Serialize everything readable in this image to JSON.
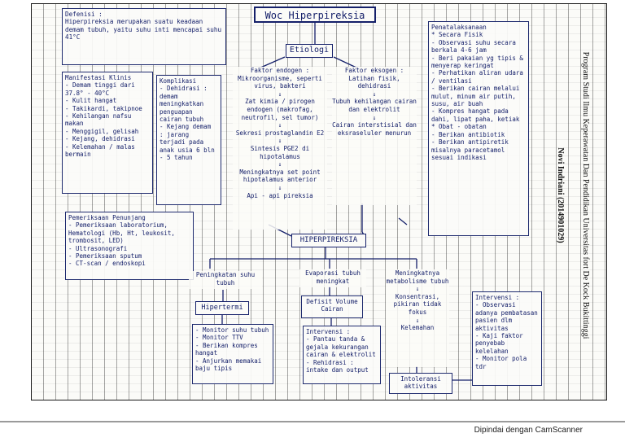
{
  "title": "Woc Hiperpireksia",
  "definisi": "Defenisi :\nHiperpireksia merupakan suatu keadaan demam tubuh, yaitu suhu inti mencapai suhu 41°C",
  "manifestasi": "Manifestasi Klinis\n- Demam tinggi dari 37.8° - 40°C\n- Kulit hangat\n- Takikardi, takipnoe\n- Kehilangan nafsu makan\n- Menggigil, gelisah\n- Kejang, dehidrasi\n- Kelemahan / malas bermain",
  "komplikasi": "Komplikasi\n- Dehidrasi : demam meningkatkan penguapan cairan tubuh\n- Kejang demam : jarang terjadi pada anak usia 6 bln - 5 tahun",
  "etiologi_label": "Etiologi",
  "faktor_endogen": "Faktor endogen :\nMikroorganisme, seperti virus, bakteri\n↓\nZat kimia / pirogen endogen (makrofag, neutrofil, sel tumor)\n↓\nSekresi prostaglandin E2\n↓\nSintesis PGE2 di hipotalamus\n↓\nMeningkatnya set point hipotalamus anterior\n↓\nApi - api pireksia",
  "faktor_eksogen": "Faktor eksogen :\nLatihan fisik, dehidrasi\n↓\nTubuh kehilangan cairan dan elektrolit\n↓\nCairan interstisial dan eksraseluler menurun",
  "penatalaksanaan": "Penatalaksanaan\n* Secara Fisik\n- Observasi suhu secara berkala 4-6 jam\n- Beri pakaian yg tipis & menyerap keringat\n- Perhatikan aliran udara / ventilasi\n- Berikan cairan melalui mulut, minum air putih, susu, air buah\n- Kompres hangat pada dahi, lipat paha, ketiak\n* Obat - obatan\n- Berikan antibiotik\n- Berikan antipiretik misalnya paracetamol sesuai indikasi",
  "penunjang": "Pemeriksaan Penunjang\n- Pemeriksaan laboratorium, Hematologi (Hb, Ht, leukosit, trombosit, LED)\n- Ultrasonografi\n- Pemeriksaan sputum\n- CT-scan / endoskopi",
  "hiperpireksia_label": "HIPERPIREKSIA",
  "branch1_cause": "Peningkatan suhu tubuh",
  "branch1_dx": "Hipertermi",
  "branch1_int": "- Monitor suhu tubuh\n- Monitor TTV\n- Berikan kompres hangat\n- Anjurkan memakai baju tipis",
  "branch2_cause": "Evaporasi tubuh meningkat",
  "branch2_dx": "Defisit Volume Cairan",
  "branch2_int": "Intervensi :\n- Pantau tanda & gejala kekurangan cairan & elektrolit\n- Rehidrasi : intake dan output",
  "branch3_cause": "Meningkatnya metabolisme tubuh\n↓\nKonsentrasi, pikiran tidak fokus\n↓\nKelemahan",
  "branch3_dx": "Intoleransi aktivitas",
  "branch3_int": "Intervensi :\n- Observasi adanya pembatasan pasien dlm aktivitas\n- Kaji faktor penyebab kelelahan\n- Monitor pola tdr",
  "sidebar_line1": "Program Studi Ilmu Keperawatan Dan Pendidikan Universitas fort De Kock Bukittinggi",
  "sidebar_line2": "Novi Indriani (2014901029)",
  "footer": "Dipindai dengan CamScanner",
  "colors": {
    "ink": "#15206a",
    "paper": "#fbfbf8"
  }
}
